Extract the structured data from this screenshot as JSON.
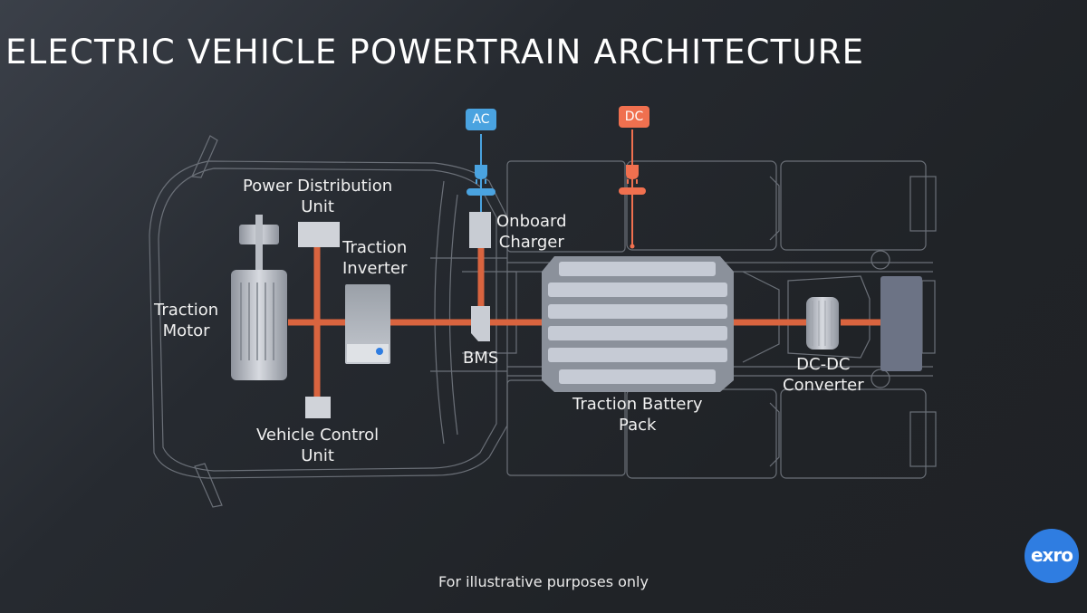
{
  "title": "ELECTRIC VEHICLE POWERTRAIN ARCHITECTURE",
  "components": {
    "power_distribution_unit": [
      "Power Distribution",
      "Unit"
    ],
    "traction_inverter": [
      "Traction",
      "Inverter"
    ],
    "traction_motor": [
      "Traction",
      "Motor"
    ],
    "vehicle_control_unit": [
      "Vehicle Control",
      "Unit"
    ],
    "onboard_charger": [
      "Onboard",
      "Charger"
    ],
    "bms": "BMS",
    "traction_battery_pack": [
      "Traction Battery",
      "Pack"
    ],
    "dc_dc_converter": [
      "DC-DC",
      "Converter"
    ]
  },
  "charging": {
    "ac_label": "AC",
    "dc_label": "DC"
  },
  "colors": {
    "power_line": "#d9643f",
    "ac_accent": "#4aa3e0",
    "dc_accent": "#f0704f",
    "brand": "#2f7de1"
  },
  "footer": "For illustrative purposes only",
  "logo": "exro"
}
